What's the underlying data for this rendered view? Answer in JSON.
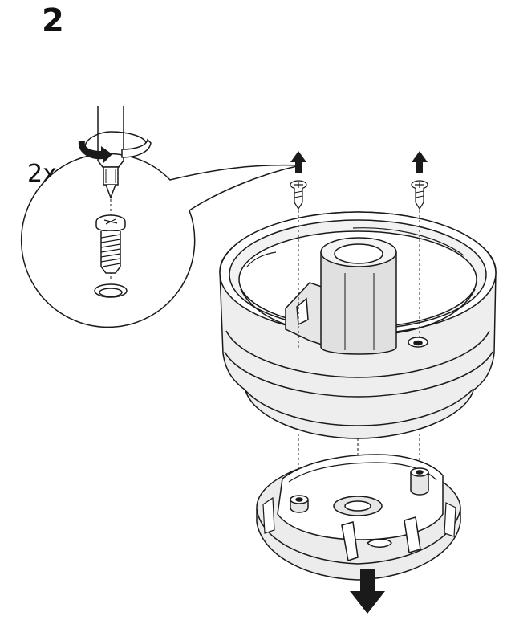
{
  "step": {
    "number": "2"
  },
  "detail_callout": {
    "quantity_label": "2x",
    "icons": [
      "screwdriver-icon",
      "rotate-counterclockwise-arrow-icon",
      "screw-icon",
      "screw-hole-icon"
    ]
  },
  "main_figure": {
    "parts": [
      "lamp-shade-housing",
      "screw-left",
      "screw-right",
      "mounting-base"
    ],
    "directions": [
      "remove-screws-up",
      "pull-base-down"
    ]
  },
  "colors": {
    "line": "#1a1a1a",
    "shade_fill": "#e6e6e6",
    "dark_fill": "#1a1a1a"
  }
}
